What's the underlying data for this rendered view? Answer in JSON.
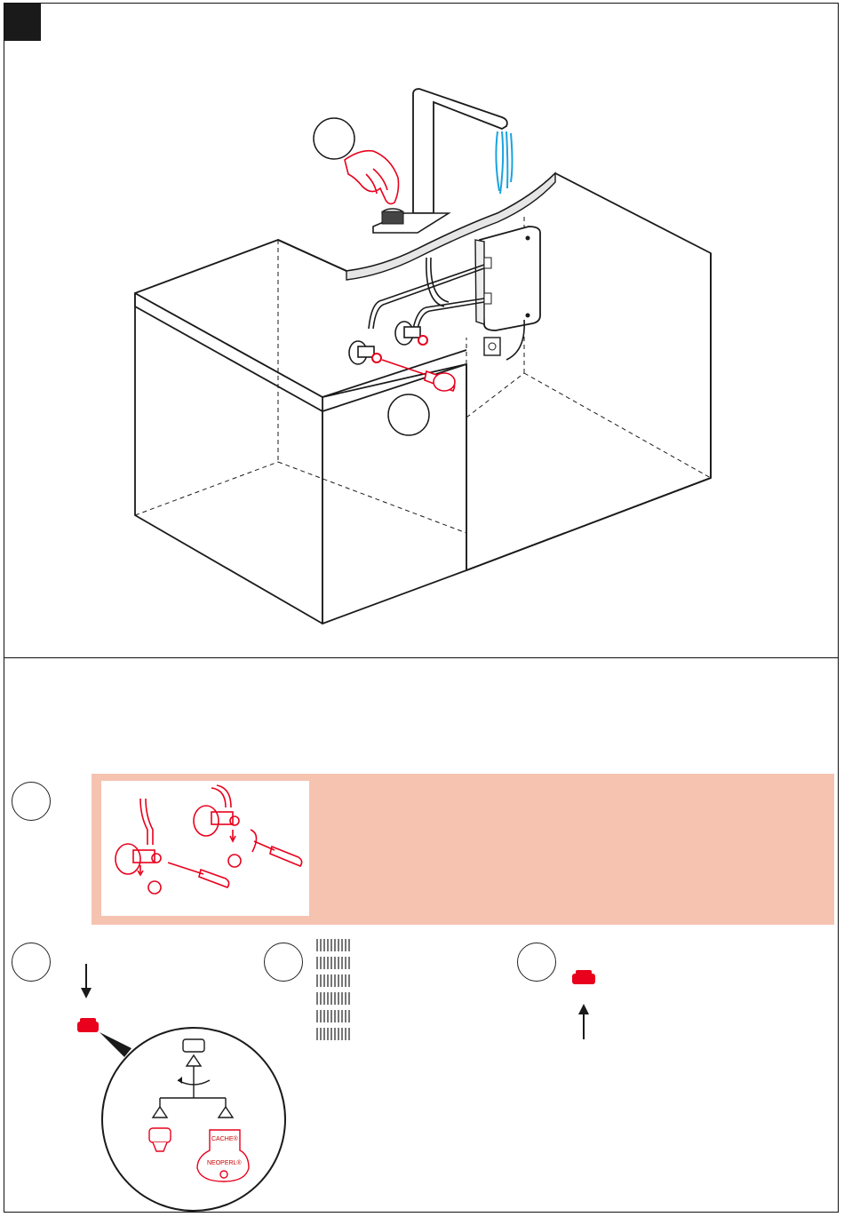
{
  "page": {
    "step_block": "",
    "steps": [
      {
        "id": "step-a",
        "label": ""
      },
      {
        "id": "step-b",
        "label": ""
      },
      {
        "id": "step-1",
        "label": ""
      },
      {
        "id": "step-2",
        "label": ""
      },
      {
        "id": "step-3",
        "label": ""
      },
      {
        "id": "step-4",
        "label": ""
      }
    ]
  },
  "logo_text": {
    "cache": "CACHE®",
    "neoperl": "NEOPERL®"
  },
  "colors": {
    "line": "#1a1a1a",
    "accent_red": "#e8001c",
    "water_blue": "#1aa3e0",
    "panel_pink": "#f6c3b0"
  },
  "icons": [
    "hand-icon",
    "faucet-icon",
    "control-box-icon",
    "angle-valve-icon",
    "screwdriver-icon",
    "aerator-icon",
    "rinse-icon",
    "arrow-down-icon",
    "arrow-up-icon",
    "rotate-icon"
  ]
}
